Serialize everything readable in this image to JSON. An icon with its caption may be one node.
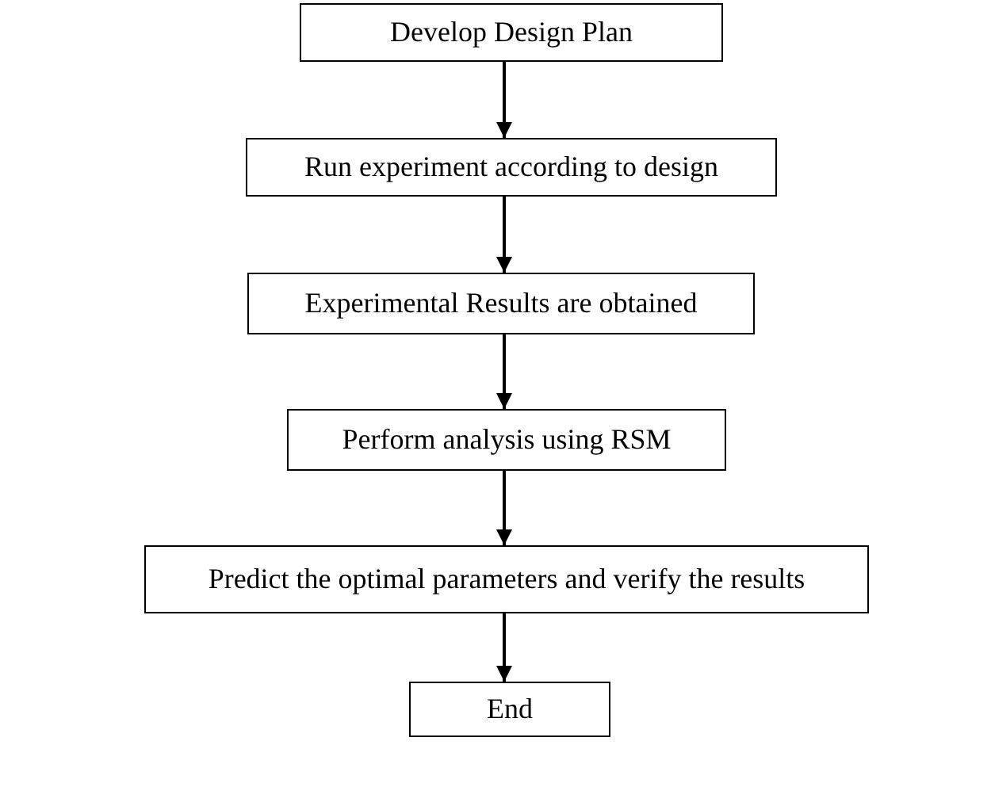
{
  "diagram": {
    "nodes": [
      {
        "text": [
          "Develop Design Plan"
        ]
      },
      {
        "text": [
          "Run experiment according to design"
        ]
      },
      {
        "text": [
          "Experimental Results are obtained"
        ]
      },
      {
        "text": [
          "Perform analysis using RSM"
        ]
      },
      {
        "text": [
          "Predict the optimal parameters and verify the results"
        ]
      },
      {
        "text": [
          "End"
        ]
      }
    ],
    "edges": [
      {
        "from": 0,
        "to": 1,
        "arrow": "to"
      },
      {
        "from": 1,
        "to": 2,
        "arrow": "to"
      },
      {
        "from": 2,
        "to": 3,
        "arrow": "to"
      },
      {
        "from": 3,
        "to": 4,
        "arrow": "to"
      },
      {
        "from": 4,
        "to": 5,
        "arrow": "to"
      }
    ]
  }
}
